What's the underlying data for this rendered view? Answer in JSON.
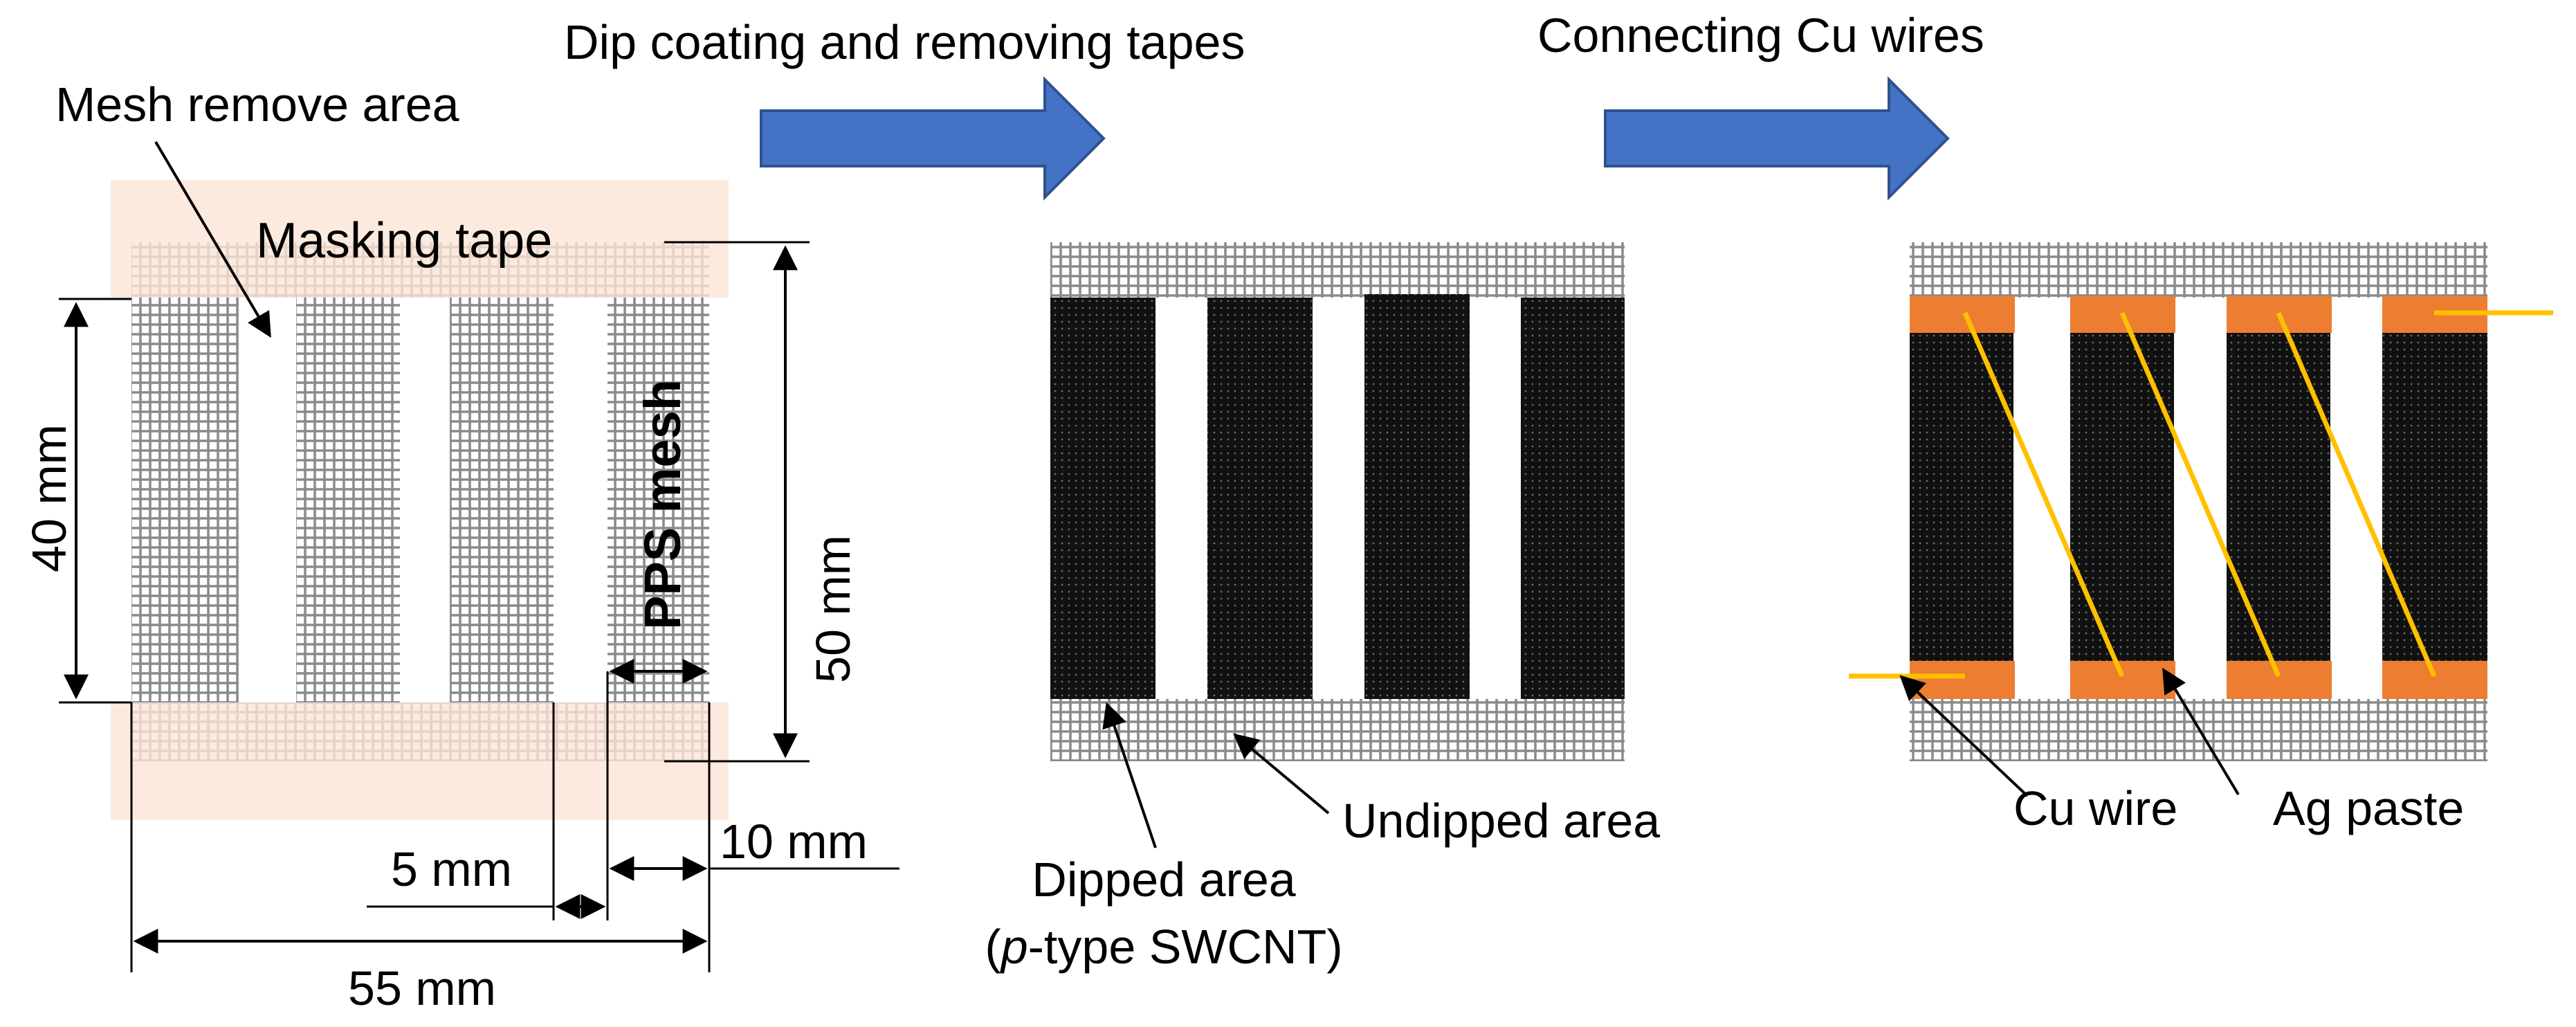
{
  "steps": {
    "step1_label": "Dip coating and removing tapes",
    "step2_label": "Connecting Cu wires"
  },
  "panel_left": {
    "mesh_remove_area": "Mesh remove area",
    "masking_tape": "Masking tape",
    "pps_mesh": "PPS mesh",
    "dim_40": "40 mm",
    "dim_50": "50 mm",
    "dim_5": "5 mm",
    "dim_10": "10 mm",
    "dim_55": "55 mm"
  },
  "panel_middle": {
    "dipped_area_line1": "Dipped area",
    "dipped_area_line2_italic": "p",
    "dipped_area_line2_rest": "-type SWCNT)",
    "dipped_area_line2_open": "(",
    "undipped_area": "Undipped area"
  },
  "panel_right": {
    "cu_wire": "Cu wire",
    "ag_paste": "Ag paste"
  },
  "colors": {
    "arrow_fill": "#4472c4",
    "arrow_stroke": "#2f528f",
    "tape": "#fbe5d6",
    "mesh_line": "#9a9a9a",
    "dipped": "#111111",
    "ag_paste": "#ed7d31",
    "cu_wire": "#ffc000"
  }
}
